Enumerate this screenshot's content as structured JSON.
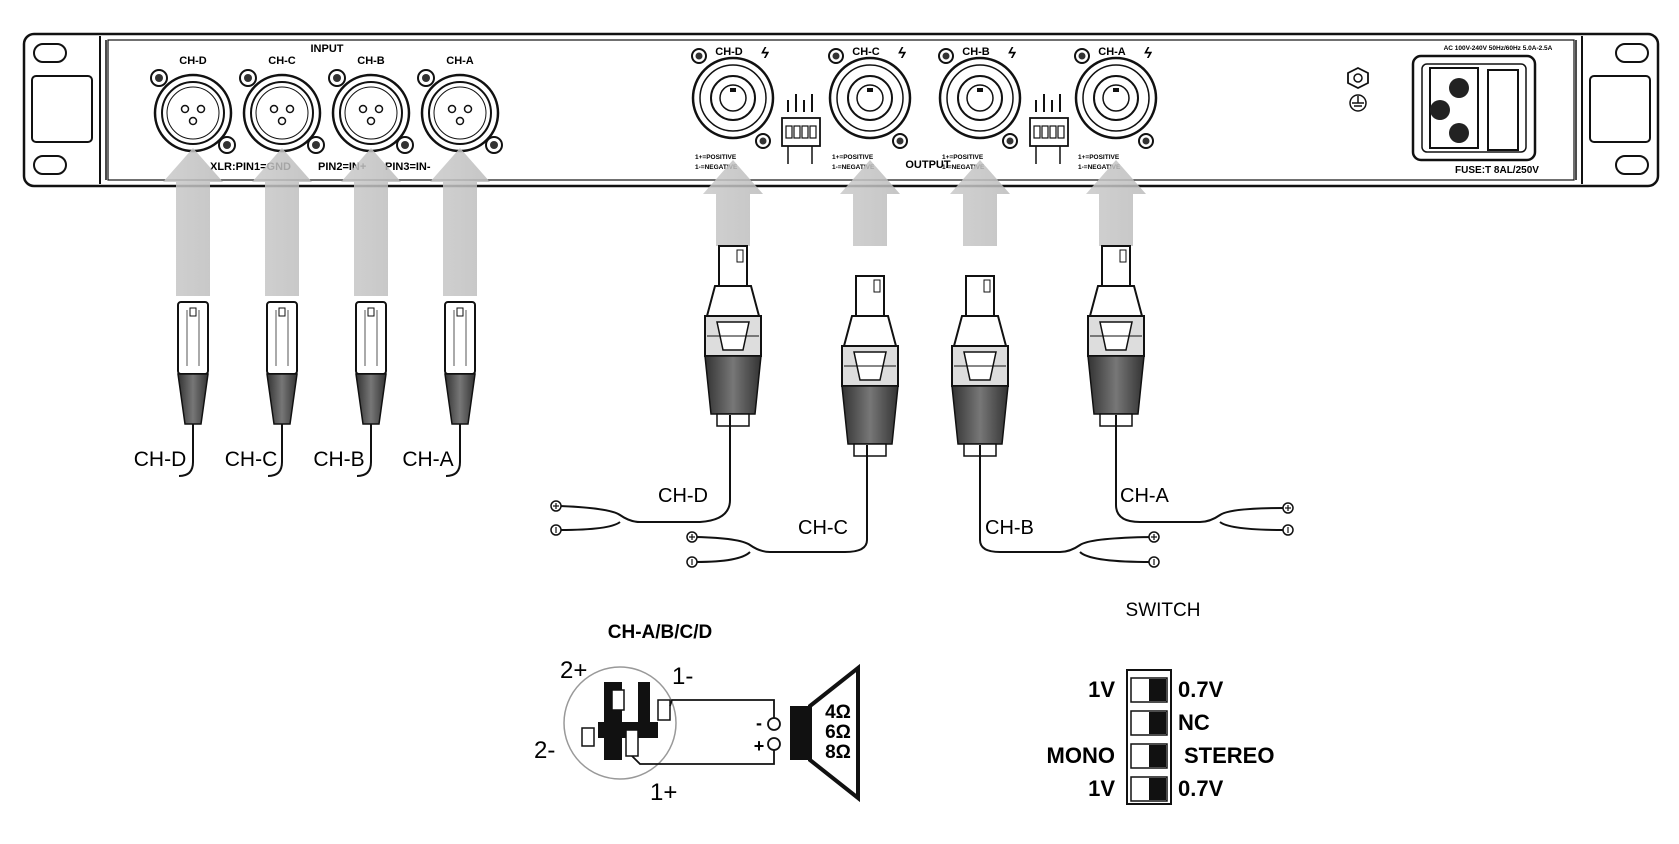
{
  "panel": {
    "input_label": "INPUT",
    "output_label": "OUTPUT",
    "power_spec": "AC 100V-240V 50Hz/60Hz 5.0A-2.5A",
    "fuse_label": "FUSE:T 8AL/250V",
    "xlr_pinout": [
      "XLR:PIN1=GND",
      "PIN2=IN+",
      "PIN3=IN-"
    ],
    "input_channels": [
      "CH-D",
      "CH-C",
      "CH-B",
      "CH-A"
    ],
    "output_channels": [
      "CH-D",
      "CH-C",
      "CH-B",
      "CH-A"
    ],
    "speakon_legend": [
      "1+=POSITIVE",
      "1-=NEGATIVE"
    ],
    "bolt": "ϟ"
  },
  "input_cables": [
    "CH-D",
    "CH-C",
    "CH-B",
    "CH-A"
  ],
  "output_cables": [
    "CH-D",
    "CH-C",
    "CH-B",
    "CH-A"
  ],
  "speaker_detail": {
    "title": "CH-A/B/C/D",
    "pins": {
      "p2_pos": "2+",
      "p1_neg": "1-",
      "p2_neg": "2-",
      "p1_pos": "1+"
    },
    "impedances": [
      "4Ω",
      "6Ω",
      "8Ω"
    ],
    "minus": "-",
    "plus": "+"
  },
  "switch_legend": {
    "title": "SWITCH",
    "rows": [
      {
        "left": "1V",
        "right": "0.7V"
      },
      {
        "left": "",
        "right": "NC"
      },
      {
        "left": "MONO",
        "right": "STEREO"
      },
      {
        "left": "1V",
        "right": "0.7V"
      }
    ]
  }
}
